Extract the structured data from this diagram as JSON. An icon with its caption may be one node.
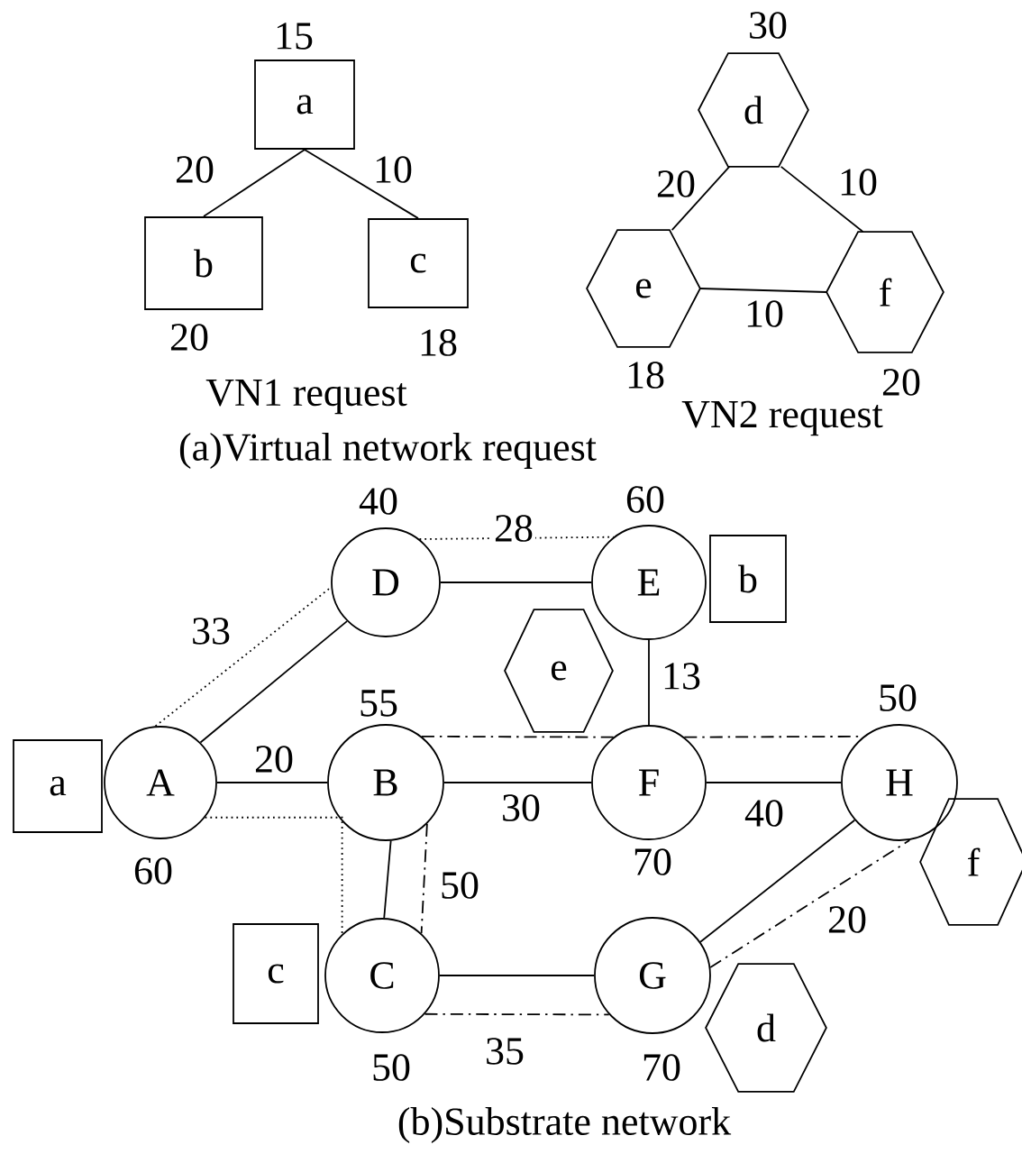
{
  "diagram": {
    "nodes": [
      {
        "text": [
          "a"
        ],
        "beside": [
          "15"
        ]
      },
      {
        "text": [
          "b"
        ],
        "beside": [
          "20"
        ]
      },
      {
        "text": [
          "c"
        ],
        "beside": [
          "18"
        ]
      },
      {
        "text": [
          "d"
        ],
        "beside": [
          "30"
        ]
      },
      {
        "text": [
          "e"
        ],
        "beside": [
          "18"
        ]
      },
      {
        "text": [
          "f"
        ],
        "beside": [
          "20"
        ]
      },
      {
        "text": [
          "D"
        ],
        "beside": [
          "40"
        ]
      },
      {
        "text": [
          "E"
        ],
        "beside": [
          "60"
        ]
      },
      {
        "text": [
          "b"
        ]
      },
      {
        "text": [
          "e"
        ]
      },
      {
        "text": [
          "a"
        ]
      },
      {
        "text": [
          "A"
        ],
        "beside": [
          "60"
        ]
      },
      {
        "text": [
          "B"
        ],
        "beside": [
          "55"
        ]
      },
      {
        "text": [
          "F"
        ],
        "beside": [
          "70"
        ]
      },
      {
        "text": [
          "H"
        ],
        "beside": [
          "50"
        ]
      },
      {
        "text": [
          "f"
        ]
      },
      {
        "text": [
          "c"
        ]
      },
      {
        "text": [
          "C"
        ],
        "beside": [
          "50"
        ]
      },
      {
        "text": [
          "G"
        ],
        "beside": [
          "70"
        ]
      },
      {
        "text": [
          "d"
        ]
      }
    ],
    "edges": [
      {
        "from": 0,
        "to": 1,
        "arrow": "none",
        "label": "20"
      },
      {
        "from": 0,
        "to": 2,
        "arrow": "none",
        "label": "10"
      },
      {
        "from": 3,
        "to": 4,
        "arrow": "none",
        "label": "20"
      },
      {
        "from": 3,
        "to": 5,
        "arrow": "none",
        "label": "10"
      },
      {
        "from": 4,
        "to": 5,
        "arrow": "none",
        "label": "10"
      },
      {
        "from": 11,
        "to": 6,
        "arrow": "none"
      },
      {
        "from": 6,
        "to": 7,
        "arrow": "none"
      },
      {
        "from": 7,
        "to": 13,
        "arrow": "none",
        "label": "13"
      },
      {
        "from": 11,
        "to": 12,
        "arrow": "none",
        "label": "20"
      },
      {
        "from": 12,
        "to": 13,
        "arrow": "none",
        "label": "30"
      },
      {
        "from": 13,
        "to": 14,
        "arrow": "none",
        "label": "40"
      },
      {
        "from": 12,
        "to": 17,
        "arrow": "none"
      },
      {
        "from": 17,
        "to": 18,
        "arrow": "none"
      },
      {
        "from": 18,
        "to": 14,
        "arrow": "none"
      },
      {
        "from": 11,
        "to": 6,
        "arrow": "none",
        "style": "dashed",
        "label": "33"
      },
      {
        "from": 6,
        "to": 7,
        "arrow": "none",
        "style": "dashed",
        "label": "28"
      },
      {
        "from": 11,
        "to": 17,
        "arrow": "none",
        "style": "dashed"
      },
      {
        "from": 12,
        "to": 13,
        "arrow": "none",
        "style": "dashed"
      },
      {
        "from": 13,
        "to": 14,
        "arrow": "none",
        "style": "dashed"
      },
      {
        "from": 12,
        "to": 17,
        "arrow": "none",
        "style": "dashed",
        "label": "50"
      },
      {
        "from": 17,
        "to": 18,
        "arrow": "none",
        "style": "dashed",
        "label": "35"
      },
      {
        "from": 18,
        "to": 14,
        "arrow": "none",
        "style": "dashed",
        "label": "20"
      }
    ],
    "labels": [
      "VN1 request",
      "VN2 request",
      "(a)Virtual network request",
      "(b)Substrate network"
    ]
  }
}
